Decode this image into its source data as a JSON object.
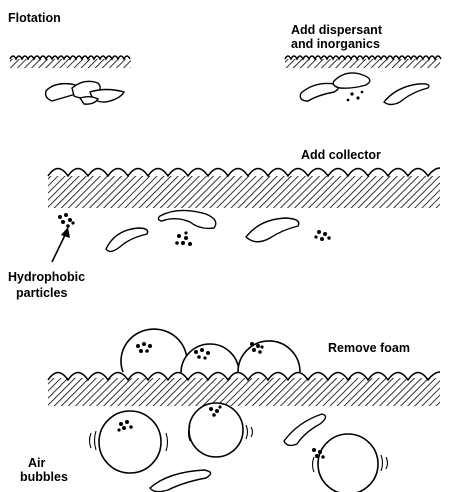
{
  "labels": {
    "flotation": "Flotation",
    "add_dispersant_line1": "Add dispersant",
    "add_dispersant_line2": "and inorganics",
    "add_collector": "Add collector",
    "hydrophobic_line1": "Hydrophobic",
    "hydrophobic_line2": "particles",
    "remove_foam": "Remove foam",
    "air_line1": "Air",
    "air_line2": "bubbles"
  },
  "colors": {
    "ink": "#000000",
    "background": "#ffffff"
  }
}
